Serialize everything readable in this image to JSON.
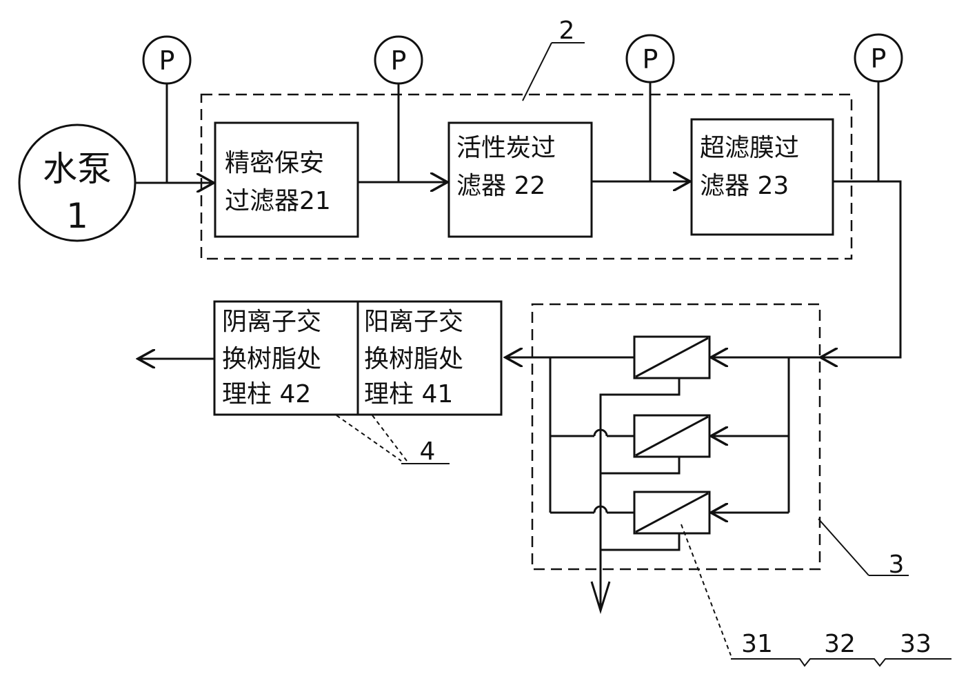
{
  "pump": {
    "line1": "水泵",
    "line2": "1"
  },
  "gauge_symbol": "P",
  "group2": {
    "label": "2",
    "filters": [
      {
        "line1": "精密保安",
        "line2": "过滤器21"
      },
      {
        "line1": "活性炭过",
        "line2": "滤器 22"
      },
      {
        "line1": "超滤膜过",
        "line2": "滤器 23"
      }
    ]
  },
  "group3": {
    "label": "3",
    "units": [
      "31",
      "32",
      "33"
    ]
  },
  "group4": {
    "label": "4",
    "columns": [
      {
        "line1": "阴离子交",
        "line2": "换树脂处",
        "line3": "理柱 42"
      },
      {
        "line1": "阳离子交",
        "line2": "换树脂处",
        "line3": "理柱 41"
      }
    ]
  }
}
